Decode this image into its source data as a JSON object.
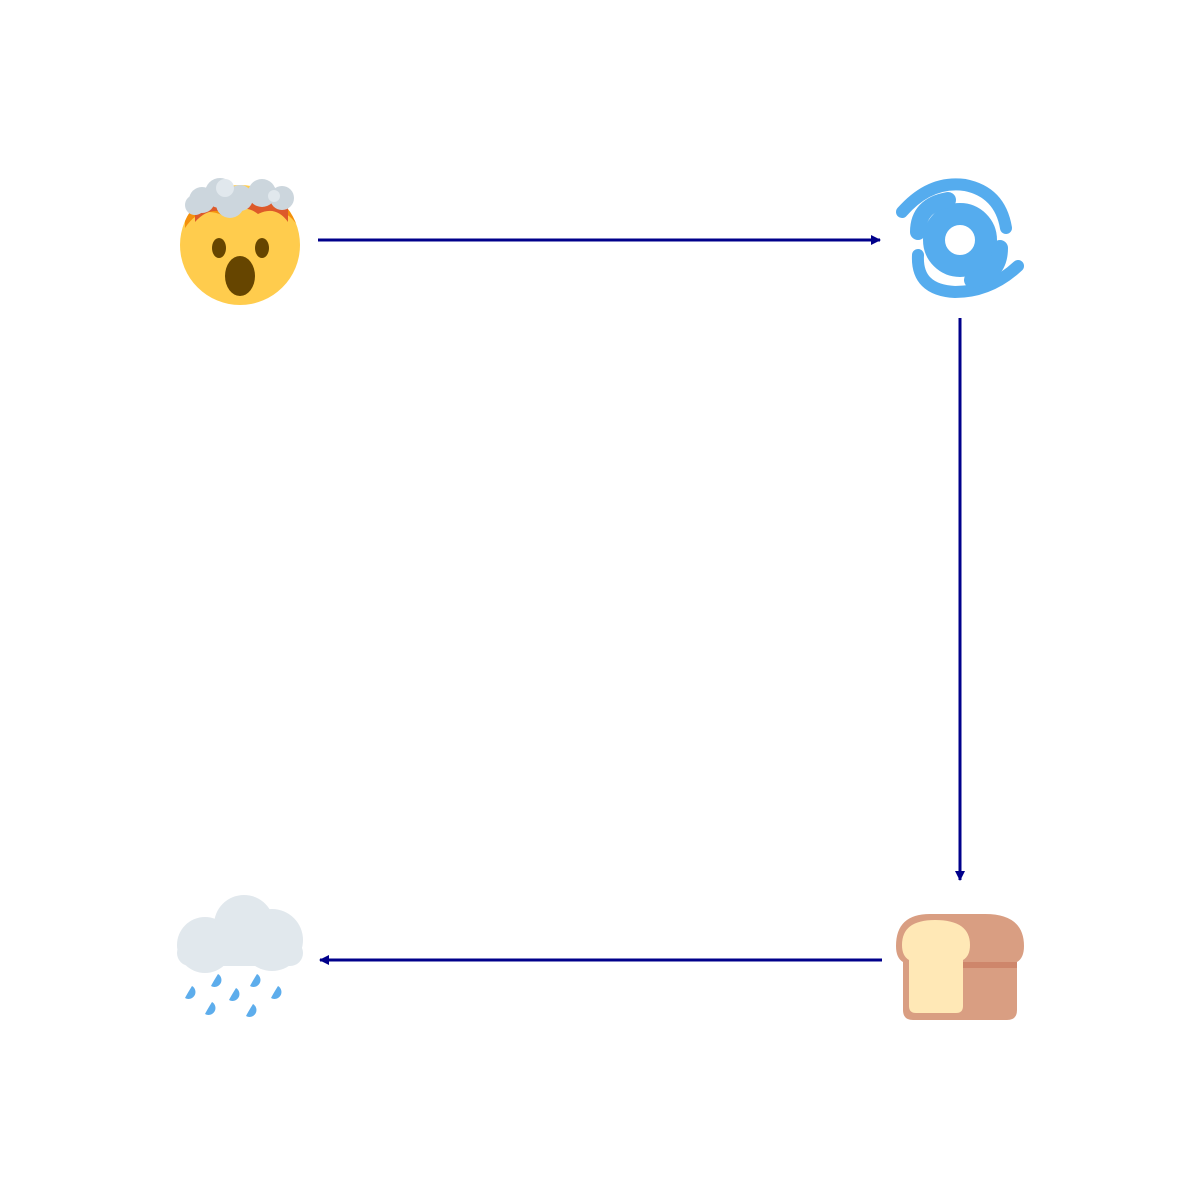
{
  "diagram": {
    "type": "cycle-flow",
    "nodes": [
      {
        "id": "exploding-head",
        "icon": "exploding-head-icon"
      },
      {
        "id": "cyclone",
        "icon": "cyclone-icon"
      },
      {
        "id": "bread",
        "icon": "bread-icon"
      },
      {
        "id": "rain-cloud",
        "icon": "rain-cloud-icon"
      }
    ],
    "edges": [
      {
        "from": "exploding-head",
        "to": "cyclone"
      },
      {
        "from": "cyclone",
        "to": "bread"
      },
      {
        "from": "bread",
        "to": "rain-cloud"
      }
    ],
    "colors": {
      "arrow": "#00008b",
      "background": "#ffffff"
    }
  }
}
